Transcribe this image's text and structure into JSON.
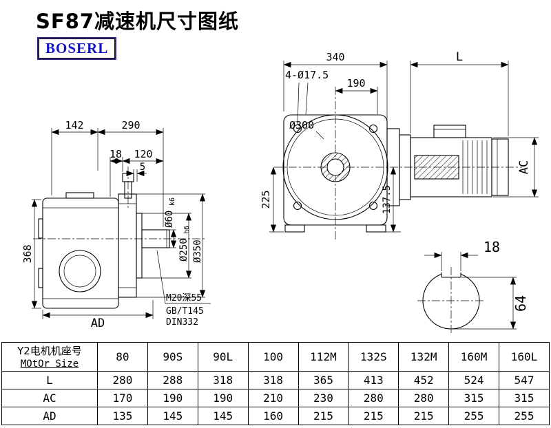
{
  "page": {
    "title": "SF87减速机尺寸图纸",
    "brand": "BOSERL"
  },
  "side_view": {
    "d142": "142",
    "d290": "290",
    "d18": "18",
    "d120": "120",
    "d5": "5",
    "d368": "368",
    "dAD": "AD",
    "shaft_dia": "Ø60",
    "shaft_tol": "k6",
    "spigot_dia": "Ø250",
    "spigot_tol": "h6",
    "flange_dia": "Ø350",
    "note_tap": "M20深55",
    "note_gb": "GB/T145",
    "note_din": "DIN332"
  },
  "front_view": {
    "d340": "340",
    "dL": "L",
    "d_holes": "4-Ø17.5",
    "d190": "190",
    "d300": "Ø300",
    "d225": "225",
    "d1375": "137.5",
    "dAC": "AC"
  },
  "shaft_section": {
    "d18": "18",
    "d64": "64"
  },
  "table": {
    "header_cn": "Y2电机机座号",
    "header_en": "MOtOr Size",
    "columns": [
      "80",
      "90S",
      "90L",
      "100",
      "112M",
      "132S",
      "132M",
      "160M",
      "160L"
    ],
    "rows": [
      {
        "label": "L",
        "values": [
          "280",
          "288",
          "318",
          "318",
          "365",
          "413",
          "452",
          "524",
          "547"
        ]
      },
      {
        "label": "AC",
        "values": [
          "170",
          "190",
          "190",
          "210",
          "230",
          "280",
          "280",
          "315",
          "315"
        ]
      },
      {
        "label": "AD",
        "values": [
          "135",
          "145",
          "145",
          "160",
          "215",
          "215",
          "215",
          "255",
          "255"
        ]
      }
    ]
  }
}
